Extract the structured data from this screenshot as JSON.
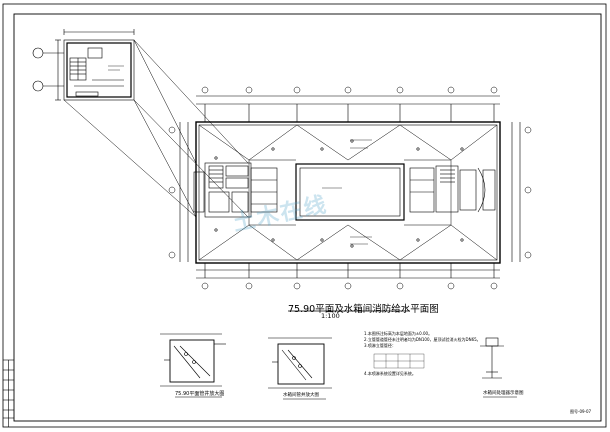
{
  "drawing": {
    "main_title": "75.90平面及水箱间消防给水平面图",
    "main_scale": "1:100",
    "detail1_title": "75.90平面管井放大图",
    "detail2_title": "水箱间管井放大图",
    "detail3_title": "水箱间处理器示意图",
    "sheet_number": "图号-09-07",
    "watermark": "土木在线"
  },
  "notes": [
    "1.本图所注标高为本层地面为±0.00。",
    "2.立管管道管径未注明者均为DN100，屋顶试验消火栓为DN65。",
    "3.喷淋立管管径：",
    "4.本喷淋系统设置详见系统。"
  ],
  "colors": {
    "line": "#000000",
    "watermark": "#4aa0c8"
  }
}
